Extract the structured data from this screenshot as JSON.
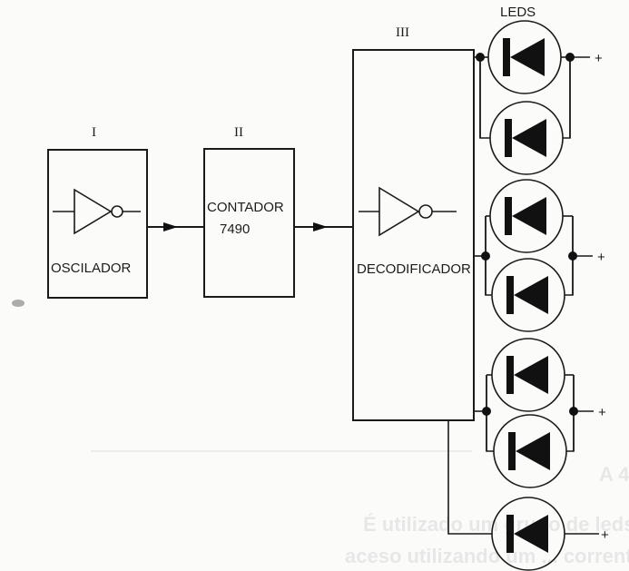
{
  "diagram": {
    "type": "block-diagram",
    "description": "Sequential LED driver circuit block diagram",
    "blocks": [
      {
        "id": "I",
        "numeral": "I",
        "label": "OSCILADOR",
        "sublabel": "",
        "symbol": "inverter"
      },
      {
        "id": "II",
        "numeral": "II",
        "label": "CONTADOR",
        "sublabel": "7490",
        "symbol": ""
      },
      {
        "id": "III",
        "numeral": "III",
        "label": "DECODIFICADOR",
        "sublabel": "",
        "symbol": "inverter"
      }
    ],
    "connections": [
      {
        "from": "I",
        "to": "II",
        "arrow": true
      },
      {
        "from": "II",
        "to": "III",
        "arrow": true
      }
    ],
    "leds_label": "LEDS",
    "led_groups": [
      {
        "count": 2,
        "config": "parallel",
        "supply": "+"
      },
      {
        "count": 2,
        "config": "parallel",
        "supply": "+"
      },
      {
        "count": 2,
        "config": "parallel",
        "supply": "+"
      },
      {
        "count": 1,
        "config": "single",
        "supply": "+"
      }
    ],
    "background_text": {
      "line1": "É utilizado um grupo de leds deve ficar",
      "line2": "aceso utilizando um ... corrente. Apenas",
      "marker": "A 4"
    },
    "colors": {
      "ink": "#1a1a1a",
      "paper": "#fbfbfa",
      "bleed_through": "#d8d8d8"
    }
  }
}
